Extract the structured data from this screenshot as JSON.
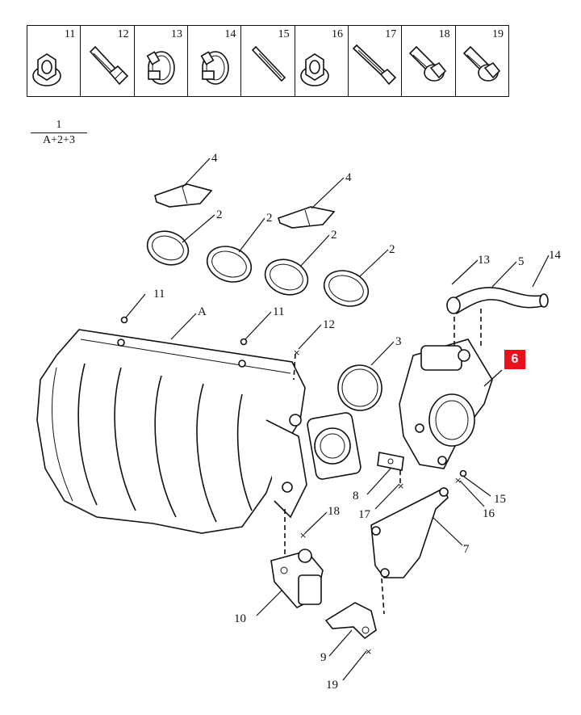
{
  "parts_table": [
    {
      "num": "11",
      "icon": "flange-nut-icon"
    },
    {
      "num": "12",
      "icon": "bolt-icon"
    },
    {
      "num": "13",
      "icon": "hose-clamp-icon"
    },
    {
      "num": "14",
      "icon": "hose-clamp-icon"
    },
    {
      "num": "15",
      "icon": "stud-icon"
    },
    {
      "num": "16",
      "icon": "flange-nut-icon"
    },
    {
      "num": "17",
      "icon": "long-bolt-icon"
    },
    {
      "num": "18",
      "icon": "flange-bolt-icon"
    },
    {
      "num": "19",
      "icon": "flange-bolt-icon"
    }
  ],
  "assembly_legend": {
    "top": "1",
    "bottom": "A+2+3"
  },
  "callouts": {
    "c4a": "4",
    "c4b": "4",
    "c2a": "2",
    "c2b": "2",
    "c2c": "2",
    "c2d": "2",
    "c11a": "11",
    "cA": "A",
    "c11b": "11",
    "c12": "12",
    "c3": "3",
    "c13": "13",
    "c5": "5",
    "c14": "14",
    "c6": "6",
    "c8": "8",
    "c17": "17",
    "c15": "15",
    "c16": "16",
    "c7": "7",
    "c18": "18",
    "c10": "10",
    "c9": "9",
    "c19": "19"
  },
  "highlight_color": "#e8111b"
}
